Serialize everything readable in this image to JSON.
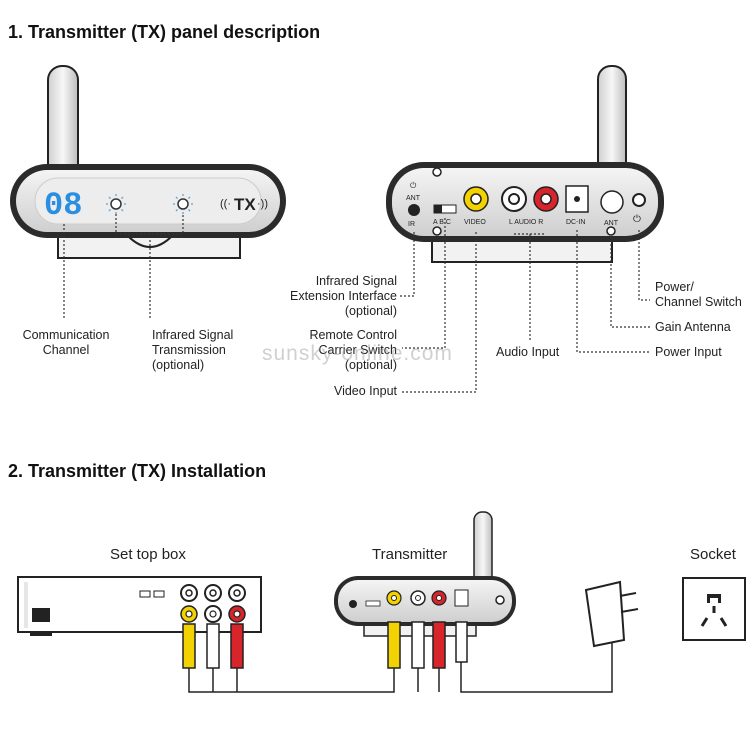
{
  "section1": {
    "number": "1",
    "title": "Transmitter (TX) panel description"
  },
  "section2": {
    "number": "2",
    "title": "Transmitter (TX) Installation"
  },
  "front_panel": {
    "display": "08",
    "tx_logo": "TX",
    "labels": {
      "communication_channel": [
        "Communication",
        "Channel"
      ],
      "infrared_transmission": [
        "Infrared Signal",
        "Transmission",
        "(optional)"
      ]
    }
  },
  "rear_panel": {
    "port_labels": {
      "ant": "ANT",
      "ir": "IR",
      "abc": "A  B  C",
      "video": "VIDEO",
      "audio": "L  AUDIO  R",
      "dc_in": "DC-IN",
      "ant_right": "ANT"
    },
    "labels": {
      "ir_extension": [
        "Infrared Signal",
        "Extension Interface",
        "(optional)"
      ],
      "remote_carrier": [
        "Remote Control",
        "Carrier Switch",
        "(optional)"
      ],
      "video_input": "Video Input",
      "audio_input": "Audio Input",
      "power_switch": [
        "Power/",
        "Channel Switch"
      ],
      "gain_antenna": "Gain Antenna",
      "power_input": "Power Input"
    }
  },
  "installation": {
    "set_top_box": "Set top box",
    "transmitter": "Transmitter",
    "socket": "Socket"
  },
  "watermark": "sunsky-online.com",
  "colors": {
    "video_yellow": "#f2d200",
    "audio_red": "#d8252b",
    "display_blue": "#2a8fe0"
  }
}
